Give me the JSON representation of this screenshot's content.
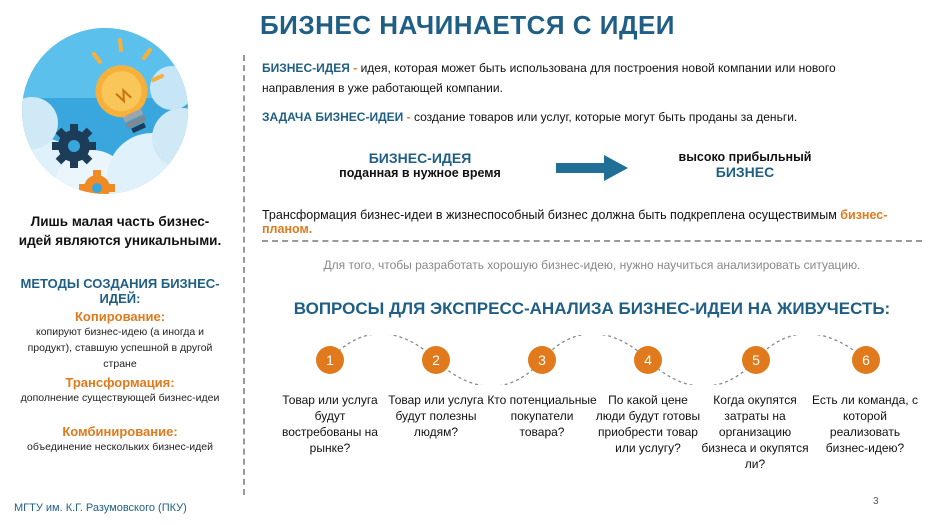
{
  "title": "БИЗНЕС НАЧИНАЕТСЯ С ИДЕИ",
  "left": {
    "unique_text": "Лишь малая часть бизнес-идей являются уникальными.",
    "methods_heading": "МЕТОДЫ СОЗДАНИЯ БИЗНЕС-ИДЕЙ:",
    "methods": [
      {
        "title": "Копирование:",
        "desc": "копируют бизнес-идею (а иногда и продукт), ставшую успешной в другой стране"
      },
      {
        "title": "Трансформация:",
        "desc": "дополнение существующей бизнес-идеи"
      },
      {
        "title": "Комбинирование:",
        "desc": "объединение нескольких бизнес-идей"
      }
    ]
  },
  "definitions": {
    "idea_key": "БИЗНЕС-ИДЕЯ",
    "idea_dash": " - ",
    "idea_text": "идея, которая может быть использована для построения новой компании или нового направления в уже работающей компании.",
    "task_key": "ЗАДАЧА БИЗНЕС-ИДЕИ",
    "task_dash": " - ",
    "task_text": "создание товаров или услуг, которые могут быть проданы за деньги."
  },
  "flow": {
    "left_title": "БИЗНЕС-ИДЕЯ",
    "left_sub": "поданная в нужное время",
    "right_sub": "высоко прибыльный",
    "right_title": "БИЗНЕС",
    "arrow_color": "#1f6f96"
  },
  "transform": {
    "text": "Трансформация бизнес-идеи в жизнеспособный бизнес должна быть подкреплена осуществимым ",
    "highlight": "бизнес-планом."
  },
  "analyse_text": "Для того, чтобы разработать хорошую бизнес-идею, нужно научиться анализировать ситуацию.",
  "questions_heading": "ВОПРОСЫ ДЛЯ ЭКСПРЕСС-АНАЛИЗА БИЗНЕС-ИДЕИ НА ЖИВУЧЕСТЬ:",
  "steps": [
    {
      "num": "1",
      "text": "Товар или услуга будут востребованы на рынке?"
    },
    {
      "num": "2",
      "text": "Товар или услуга будут полезны людям?"
    },
    {
      "num": "3",
      "text": "Кто потенциальные покупатели товара?"
    },
    {
      "num": "4",
      "text": "По какой цене люди будут готовы приобрести товар или услугу?"
    },
    {
      "num": "5",
      "text": "Когда окупятся затраты на организацию бизнеса и окупятся ли?"
    },
    {
      "num": "6",
      "text": "Есть ли команда, с которой реализовать бизнес-идею?"
    }
  ],
  "footer": "МГТУ им. К.Г. Разумовского (ПКУ)",
  "page_number": "3",
  "colors": {
    "accent_blue": "#1f5f86",
    "accent_orange": "#e07a1c",
    "sky": "#4fb3e0"
  }
}
